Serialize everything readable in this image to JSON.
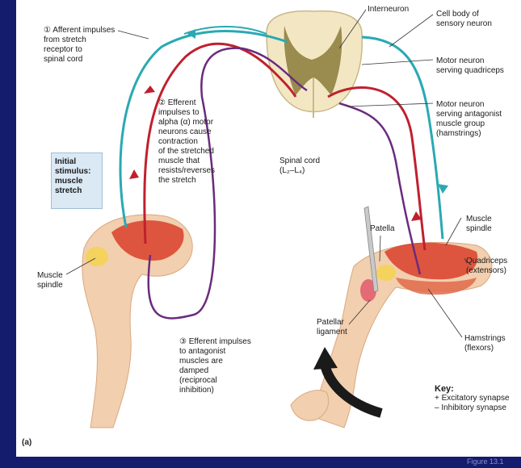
{
  "labels": {
    "afferent": "① Afferent impulses\nfrom stretch\nreceptor to\nspinal cord",
    "efferent": "② Efferent\nimpulses to\nalpha (α) motor\nneurons cause\ncontraction\nof the stretched\nmuscle that\nresists/reverses\nthe stretch",
    "initial_stimulus": "Initial\nstimulus:\nmuscle\nstretch",
    "interneuron": "Interneuron",
    "cell_body": "Cell body of\nsensory neuron",
    "motor_quadriceps": "Motor neuron\nserving quadriceps",
    "motor_antagonist": "Motor neuron\nserving antagonist\nmuscle group\n(hamstrings)",
    "spinal_cord": "Spinal cord\n(L₂–L₄)",
    "patella": "Patella",
    "muscle_spindle_right": "Muscle\nspindle",
    "quadriceps": "Quadriceps\n(extensors)",
    "muscle_spindle_left": "Muscle\nspindle",
    "efferent_antagonist": "③ Efferent impulses\nto antagonist\nmuscles are\ndamped\n(reciprocal\ninhibition)",
    "patellar_ligament": "Patellar\nligament",
    "hamstrings": "Hamstrings\n(flexors)",
    "figure_tag": "(a)"
  },
  "key": {
    "title": "Key:",
    "excitatory": "+ Excitatory synapse",
    "inhibitory": "– Inhibitory synapse"
  },
  "footer": "Figure 13.1"
}
